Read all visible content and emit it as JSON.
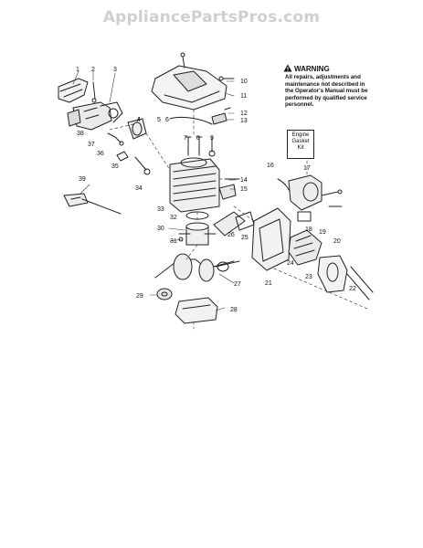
{
  "watermark": "AppliancePartsPros.com",
  "warning": {
    "title": "WARNING",
    "text": "All repairs, adjustments and maintenance not described in the Operator's Manual must be performed by qualified service personnel."
  },
  "kit_box": {
    "line1": "Engine",
    "line2": "Gasket",
    "line3": "Kit"
  },
  "callouts": [
    "1",
    "2",
    "3",
    "4",
    "5",
    "6",
    "7",
    "8",
    "9",
    "10",
    "11",
    "12",
    "13",
    "14",
    "15",
    "16",
    "17",
    "18",
    "19",
    "20",
    "21",
    "22",
    "23",
    "24",
    "25",
    "26",
    "27",
    "28",
    "29",
    "30",
    "31",
    "32",
    "33",
    "34",
    "35",
    "36",
    "37",
    "38",
    "39"
  ]
}
